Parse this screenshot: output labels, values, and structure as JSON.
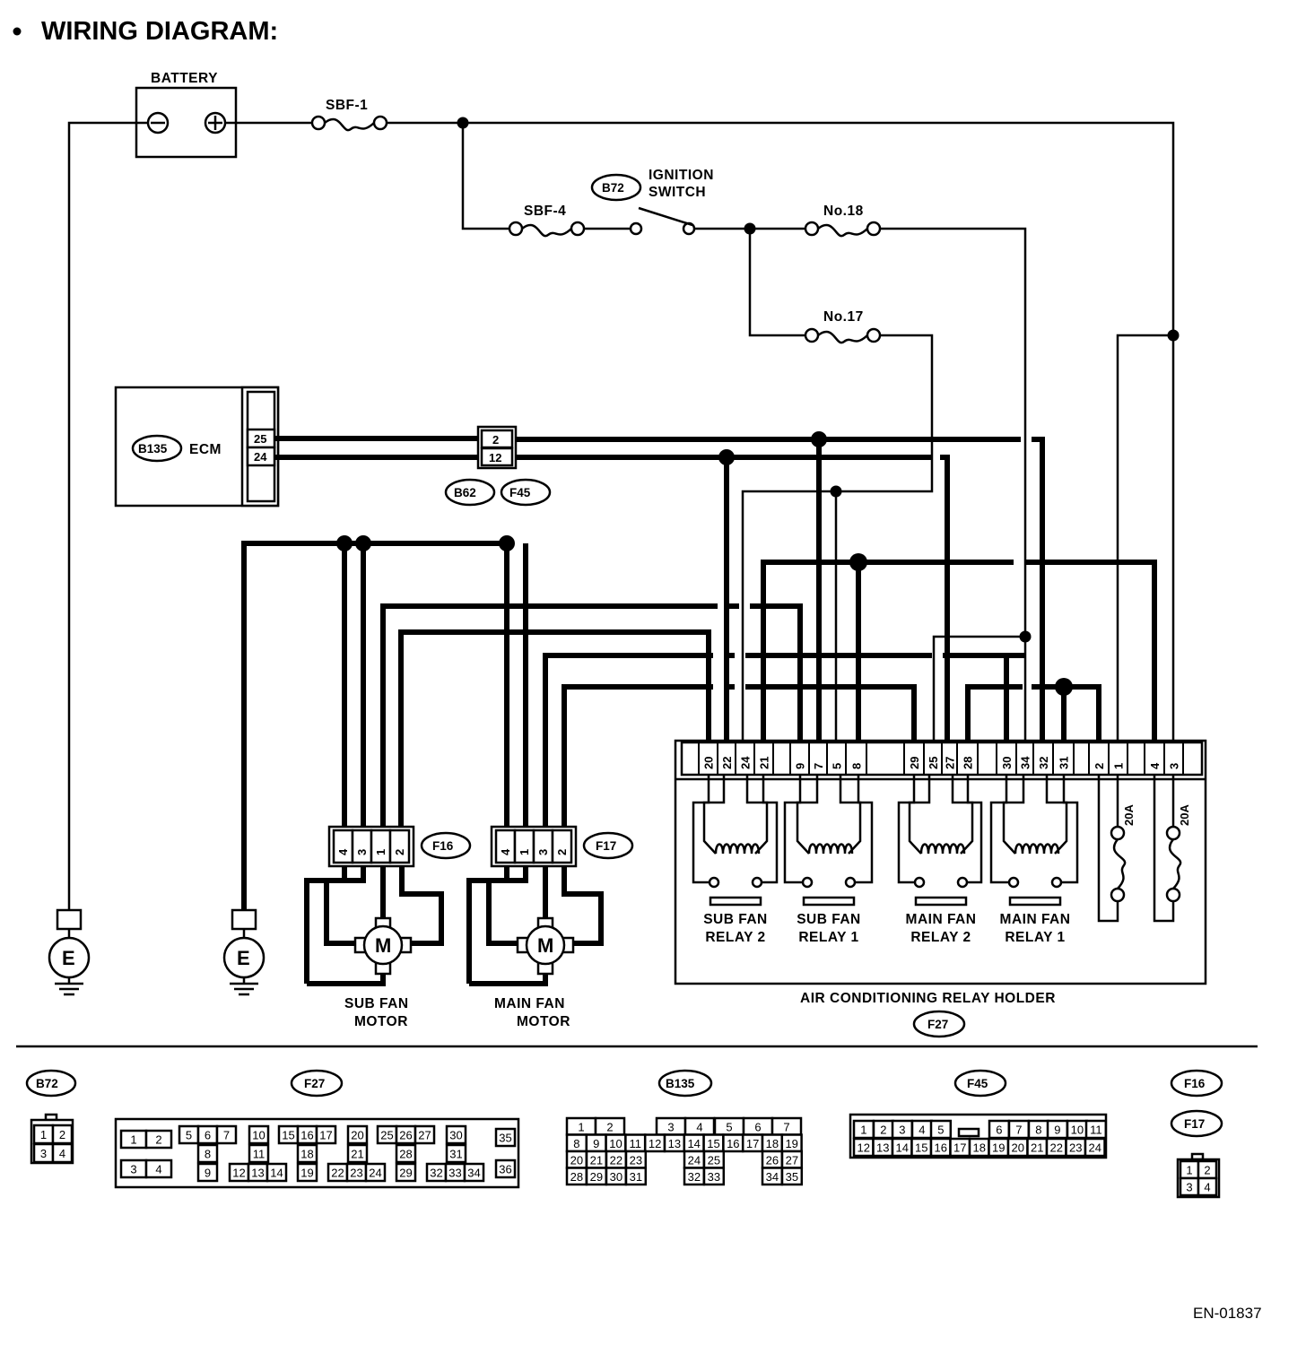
{
  "title": "WIRING DIAGRAM:",
  "figure_id": "EN-01837",
  "components": {
    "battery": "BATTERY",
    "fuse_sbf1": "SBF-1",
    "fuse_sbf4": "SBF-4",
    "ignition_switch": "IGNITION SWITCH",
    "ignition_code": "B72",
    "fuse_no18": "No.18",
    "fuse_no17": "No.17",
    "ecm": "ECM",
    "ecm_code": "B135",
    "ecm_pins": [
      "25",
      "24"
    ],
    "inline_pins": [
      "2",
      "12"
    ],
    "inline_codes": [
      "B62",
      "F45"
    ],
    "sub_fan_connector": "F16",
    "sub_fan_pins": [
      "4",
      "3",
      "1",
      "2"
    ],
    "main_fan_connector": "F17",
    "main_fan_pins": [
      "4",
      "1",
      "3",
      "2"
    ],
    "motor_symbol": "M",
    "ground_symbol": "E",
    "sub_fan_motor": "SUB FAN MOTOR",
    "main_fan_motor": "MAIN FAN MOTOR",
    "relay_holder": "AIR CONDITIONING RELAY HOLDER",
    "relay_holder_code": "F27",
    "relay_holder_pins": [
      "20",
      "22",
      "24",
      "21",
      "9",
      "7",
      "5",
      "8",
      "29",
      "25",
      "27",
      "28",
      "30",
      "34",
      "32",
      "31",
      "2",
      "1",
      "4",
      "3"
    ],
    "relays": [
      "SUB FAN RELAY 2",
      "SUB FAN RELAY 1",
      "MAIN FAN RELAY 2",
      "MAIN FAN RELAY 1"
    ],
    "fuse_rating": "20A"
  },
  "connectors": {
    "b72": {
      "code": "B72",
      "rows": [
        [
          "1",
          "2"
        ],
        [
          "3",
          "4"
        ]
      ]
    },
    "f27": {
      "code": "F27",
      "cells": [
        [
          "1",
          "2"
        ],
        [
          "3",
          "4"
        ],
        [
          "5",
          "6",
          "7"
        ],
        [
          "8"
        ],
        [
          "9"
        ],
        [
          "10"
        ],
        [
          "11"
        ],
        [
          "12",
          "13",
          "14"
        ],
        [
          "15",
          "16",
          "17"
        ],
        [
          "18"
        ],
        [
          "19"
        ],
        [
          "20"
        ],
        [
          "21"
        ],
        [
          "22",
          "23",
          "24"
        ],
        [
          "25",
          "26",
          "27"
        ],
        [
          "28"
        ],
        [
          "29"
        ],
        [
          "30"
        ],
        [
          "31"
        ],
        [
          "32",
          "33",
          "34"
        ],
        [
          "35"
        ],
        [
          "36"
        ]
      ]
    },
    "b135": {
      "code": "B135",
      "rows": [
        [
          "1",
          "2",
          "",
          "3",
          "4",
          "5",
          "6",
          "7"
        ],
        [
          "8",
          "9",
          "10",
          "11",
          "12",
          "13",
          "14",
          "15",
          "16",
          "17",
          "18",
          "19"
        ],
        [
          "20",
          "21",
          "22",
          "23",
          "24",
          "25",
          "26",
          "27"
        ],
        [
          "28",
          "29",
          "30",
          "31",
          "32",
          "33",
          "34",
          "35"
        ]
      ]
    },
    "f45": {
      "code": "F45",
      "rows": [
        [
          "1",
          "2",
          "3",
          "4",
          "5",
          "6",
          "7",
          "8",
          "9",
          "10",
          "11"
        ],
        [
          "12",
          "13",
          "14",
          "15",
          "16",
          "17",
          "18",
          "19",
          "20",
          "21",
          "22",
          "23",
          "24"
        ]
      ]
    },
    "f16_f17": {
      "codes": [
        "F16",
        "F17"
      ],
      "rows": [
        [
          "1",
          "2"
        ],
        [
          "3",
          "4"
        ]
      ]
    }
  }
}
